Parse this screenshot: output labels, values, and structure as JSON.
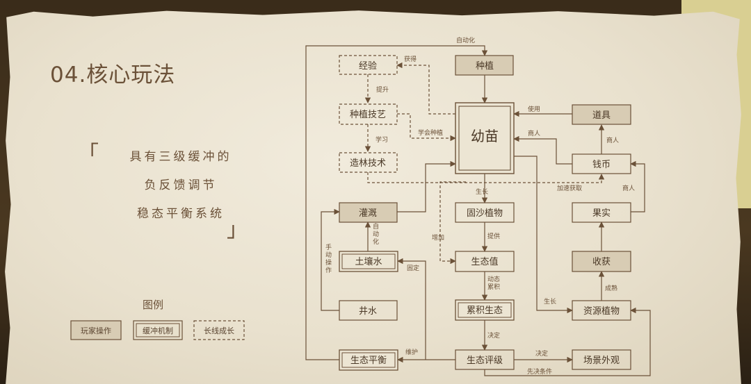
{
  "title": "04.核心玩法",
  "description": {
    "lines": [
      "具有三级缓冲的",
      "负反馈调节",
      "稳态平衡系统"
    ],
    "open_bracket": "「",
    "close_bracket": "」"
  },
  "legend": {
    "title": "图例",
    "items": [
      {
        "label": "玩家操作",
        "style": "player"
      },
      {
        "label": "缓冲机制",
        "style": "buffer"
      },
      {
        "label": "长线成长",
        "style": "longterm"
      }
    ]
  },
  "diagram": {
    "nodes": {
      "experience": "经验",
      "planting": "种植",
      "seedling": "幼苗",
      "tools": "道具",
      "skill": "种植技艺",
      "afforestation": "造林技术",
      "coins": "钱币",
      "irrigation": "灌溉",
      "sand_plants": "固沙植物",
      "fruit": "果实",
      "soil_water": "土壤水",
      "eco_value": "生态值",
      "harvest": "收获",
      "well_water": "井水",
      "eco_accum": "累积生态",
      "resource_plants": "资源植物",
      "eco_balance": "生态平衡",
      "eco_eval": "生态评级",
      "scene": "场景外观"
    },
    "edge_labels": {
      "auto1": "自动化",
      "obtain": "获得",
      "improve": "提升",
      "use": "使用",
      "learn_plant": "学会种植",
      "merchant1": "商人",
      "study": "学习",
      "merchant2": "商人",
      "accelerate": "加速获取",
      "grow1": "生长",
      "merchant3": "商人",
      "auto2": "自动化",
      "provide": "提供",
      "increase": "增加",
      "manual": "手动操作",
      "fixed": "固定",
      "dynamic": "动态累积",
      "mature": "成熟",
      "grow2": "生长",
      "decide1": "决定",
      "maintain": "维护",
      "decide2": "决定",
      "unlock": "先决条件"
    }
  }
}
